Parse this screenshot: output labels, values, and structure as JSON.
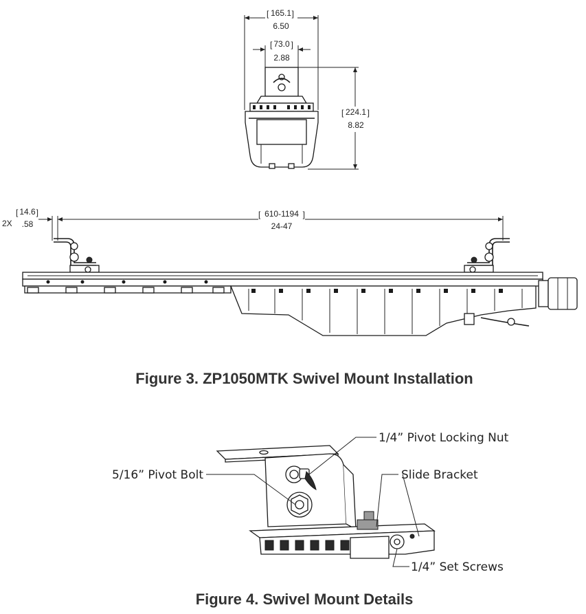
{
  "top_view": {
    "width_mm": "165.1",
    "width_in": "6.50",
    "bracket_mm": "73.0",
    "bracket_in": "2.88",
    "height_mm": "224.1",
    "height_in": "8.82"
  },
  "side_view": {
    "offset_count": "2X",
    "offset_mm": "14.6",
    "offset_in": ".58",
    "span_mm": "610-1194",
    "span_in": "24-47"
  },
  "figure3_caption": "Figure 3. ZP1050MTK Swivel Mount Installation",
  "detail": {
    "pivot_locking_nut": "1/4” Pivot Locking Nut",
    "pivot_bolt": "5/16” Pivot Bolt",
    "slide_bracket": "Slide Bracket",
    "set_screws": "1/4” Set Screws"
  },
  "figure4_caption": "Figure 4. Swivel Mount Details"
}
